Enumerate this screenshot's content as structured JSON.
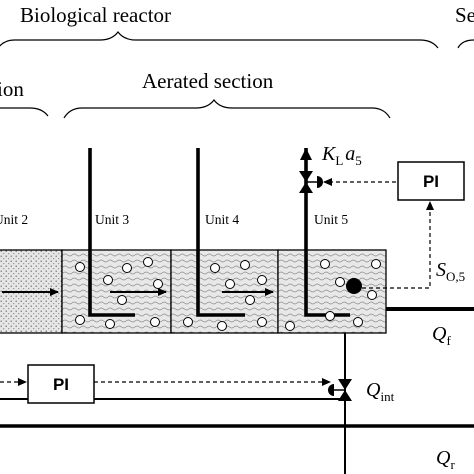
{
  "headings": {
    "biological_reactor": "Biological reactor",
    "settler_fragment": "Se",
    "anoxic_fragment": "ion",
    "aerated_section": "Aerated section"
  },
  "units": [
    "Unit 2",
    "Unit 3",
    "Unit 4",
    "Unit 5"
  ],
  "controllers": {
    "do_controller": "PI",
    "nitrate_controller": "PI"
  },
  "symbols": {
    "kla": {
      "main1": "K",
      "sub1": "L",
      "main2": "a",
      "sub2": "5"
    },
    "so5": {
      "main": "S",
      "sub": "O,5"
    },
    "qf": {
      "main": "Q",
      "sub": "f"
    },
    "qint": {
      "main": "Q",
      "sub": "int"
    },
    "qr": {
      "main": "Q",
      "sub": "r"
    }
  }
}
